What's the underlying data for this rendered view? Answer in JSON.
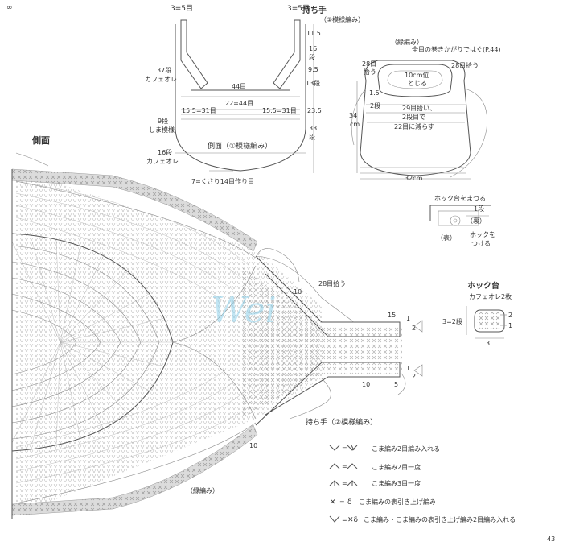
{
  "handle_section": {
    "top_left": "3=5目",
    "top_right": "3=5目",
    "handle_title": "持ち手",
    "handle_pattern": "（②模様編み）",
    "v1": "11.5",
    "v2": "16",
    "v3": "段",
    "v4": "9.5",
    "v5": "13段",
    "rows37": "37段",
    "cafe1": "カフェオレ",
    "m44": "44目",
    "m22": "22=44目",
    "m155a": "15.5=31目",
    "m155b": "15.5=31目",
    "rows9": "9段",
    "stripe": "しま模様",
    "v6": "23.5",
    "v7": "33",
    "v8": "段",
    "side_label": "側面（①模様編み）",
    "rows16": "16段",
    "cafe2": "カフェオレ",
    "chain": "7=くさり14目作り目"
  },
  "bag_view": {
    "lattice": "（縁編み）",
    "whip": "全目の巻きかがりではぐ(P.44)",
    "pick28_left": "28目",
    "pick28_left_b": "拾う",
    "pick28_right": "28目拾う",
    "center_a": "10cm位",
    "center_b": "とじる",
    "dim15": "1.5",
    "dim2": "2段",
    "dec_a": "29目拾い、",
    "dec_b": "2段目で",
    "dec_c": "22目に減らす",
    "height": "34",
    "height_unit": "cm",
    "width": "32cm"
  },
  "hook": {
    "sew": "ホック台をまつる",
    "row1": "1段",
    "back": "（裏）",
    "front": "（表）",
    "attach_a": "ホックを",
    "attach_b": "つける"
  },
  "main_chart": {
    "side": "側面",
    "pick28": "28目拾う",
    "handle": "持ち手（②模様編み）",
    "edge": "（縁編み）",
    "n10a": "10",
    "n10b": "10",
    "n10c": "10",
    "n15": "15",
    "n1a": "1",
    "n1b": "1",
    "n5": "5",
    "n2a": "2",
    "n2b": "2"
  },
  "hook_base": {
    "title": "ホック台",
    "sub": "カフェオレ2枚",
    "rows": "3=2段",
    "w": "3",
    "r2": "2",
    "r1": "1"
  },
  "legend": {
    "items": [
      "こま編み2目編み入れる",
      "こま編み2目一度",
      "こま編み3目一度",
      "こま編みの表引き上げ編み",
      "こま編み・こま編みの表引き上げ編み2目編み入れる"
    ]
  },
  "watermark": "Wei",
  "page_number": "43",
  "margin_mark": "∞"
}
